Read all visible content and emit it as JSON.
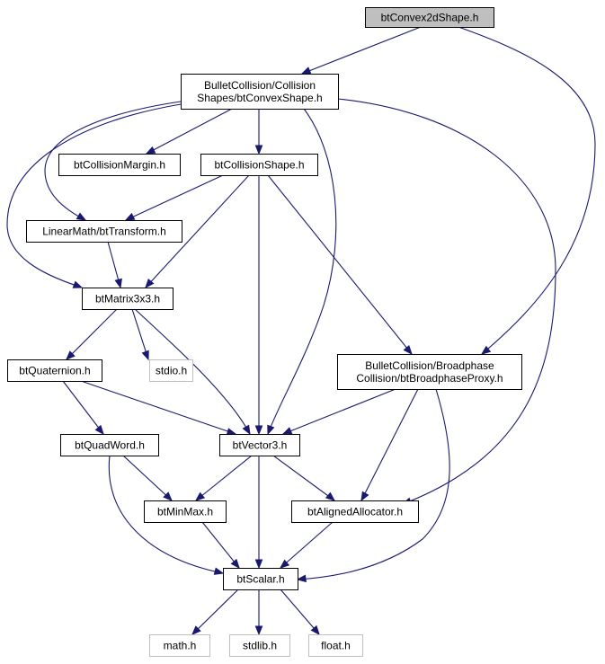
{
  "graph": {
    "colors": {
      "edge": "#191970",
      "node_border": "#000000",
      "ghost_border": "#bfbfbf",
      "node_fill": "#ffffff",
      "root_fill": "#bfbfbf"
    },
    "nodes": [
      {
        "id": "root",
        "lines": [
          "btConvex2dShape.h"
        ],
        "kind": "root"
      },
      {
        "id": "convexshape",
        "lines": [
          "BulletCollision/Collision",
          "Shapes/btConvexShape.h"
        ],
        "kind": "normal"
      },
      {
        "id": "margin",
        "lines": [
          "btCollisionMargin.h"
        ],
        "kind": "normal"
      },
      {
        "id": "collisionshape",
        "lines": [
          "btCollisionShape.h"
        ],
        "kind": "normal"
      },
      {
        "id": "transform",
        "lines": [
          "LinearMath/btTransform.h"
        ],
        "kind": "normal"
      },
      {
        "id": "matrix",
        "lines": [
          "btMatrix3x3.h"
        ],
        "kind": "normal"
      },
      {
        "id": "quaternion",
        "lines": [
          "btQuaternion.h"
        ],
        "kind": "normal"
      },
      {
        "id": "stdio",
        "lines": [
          "stdio.h"
        ],
        "kind": "ghost"
      },
      {
        "id": "proxy",
        "lines": [
          "BulletCollision/Broadphase",
          "Collision/btBroadphaseProxy.h"
        ],
        "kind": "normal"
      },
      {
        "id": "quadword",
        "lines": [
          "btQuadWord.h"
        ],
        "kind": "normal"
      },
      {
        "id": "vector3",
        "lines": [
          "btVector3.h"
        ],
        "kind": "normal"
      },
      {
        "id": "minmax",
        "lines": [
          "btMinMax.h"
        ],
        "kind": "normal"
      },
      {
        "id": "aligned",
        "lines": [
          "btAlignedAllocator.h"
        ],
        "kind": "normal"
      },
      {
        "id": "scalar",
        "lines": [
          "btScalar.h"
        ],
        "kind": "normal"
      },
      {
        "id": "math",
        "lines": [
          "math.h"
        ],
        "kind": "ghost"
      },
      {
        "id": "stdlib",
        "lines": [
          "stdlib.h"
        ],
        "kind": "ghost"
      },
      {
        "id": "float",
        "lines": [
          "float.h"
        ],
        "kind": "ghost"
      }
    ],
    "edges": [
      {
        "from": "root",
        "to": "convexshape"
      },
      {
        "from": "root",
        "to": "proxy"
      },
      {
        "from": "convexshape",
        "to": "margin"
      },
      {
        "from": "convexshape",
        "to": "collisionshape"
      },
      {
        "from": "convexshape",
        "to": "transform"
      },
      {
        "from": "convexshape",
        "to": "matrix"
      },
      {
        "from": "convexshape",
        "to": "vector3"
      },
      {
        "from": "convexshape",
        "to": "aligned"
      },
      {
        "from": "collisionshape",
        "to": "transform"
      },
      {
        "from": "collisionshape",
        "to": "matrix"
      },
      {
        "from": "collisionshape",
        "to": "vector3"
      },
      {
        "from": "collisionshape",
        "to": "proxy"
      },
      {
        "from": "transform",
        "to": "matrix"
      },
      {
        "from": "matrix",
        "to": "quaternion"
      },
      {
        "from": "matrix",
        "to": "stdio"
      },
      {
        "from": "matrix",
        "to": "vector3"
      },
      {
        "from": "quaternion",
        "to": "quadword"
      },
      {
        "from": "quaternion",
        "to": "vector3"
      },
      {
        "from": "proxy",
        "to": "vector3"
      },
      {
        "from": "proxy",
        "to": "aligned"
      },
      {
        "from": "proxy",
        "to": "scalar"
      },
      {
        "from": "quadword",
        "to": "minmax"
      },
      {
        "from": "quadword",
        "to": "scalar"
      },
      {
        "from": "vector3",
        "to": "minmax"
      },
      {
        "from": "vector3",
        "to": "aligned"
      },
      {
        "from": "vector3",
        "to": "scalar"
      },
      {
        "from": "minmax",
        "to": "scalar"
      },
      {
        "from": "aligned",
        "to": "scalar"
      },
      {
        "from": "scalar",
        "to": "math"
      },
      {
        "from": "scalar",
        "to": "stdlib"
      },
      {
        "from": "scalar",
        "to": "float"
      }
    ]
  }
}
